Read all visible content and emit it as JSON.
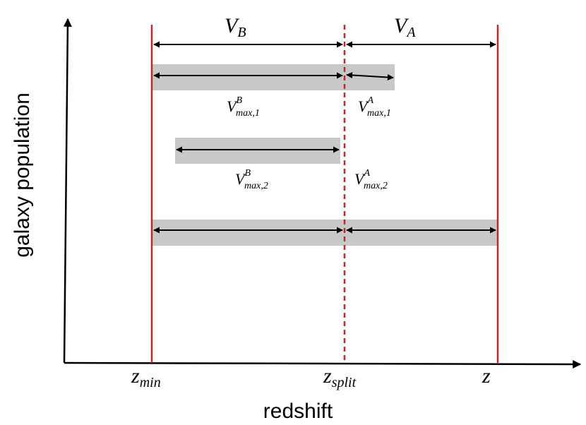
{
  "diagram": {
    "axes": {
      "x_label": "redshift",
      "y_label": "galaxy population"
    },
    "boundaries": {
      "z_min": {
        "base": "z",
        "sub": "min"
      },
      "z_split": {
        "base": "z",
        "sub": "split"
      },
      "z": {
        "base": "z",
        "sub": ""
      }
    },
    "volumes": {
      "V_B": {
        "base": "V",
        "sub": "B"
      },
      "V_A": {
        "base": "V",
        "sub": "A"
      }
    },
    "galaxies": [
      {
        "label_b": {
          "base": "V",
          "sup": "B",
          "sub": "max,1"
        },
        "label_a": {
          "base": "V",
          "sup": "A",
          "sub": "max,1"
        }
      },
      {
        "label_b": {
          "base": "V",
          "sup": "B",
          "sub": "max,2"
        },
        "label_a": {
          "base": "V",
          "sup": "A",
          "sub": "max,2"
        }
      },
      {}
    ],
    "colors": {
      "boundary_line": "#c0282b",
      "range_bar": "#c8c8c8",
      "axis": "#000000"
    }
  }
}
